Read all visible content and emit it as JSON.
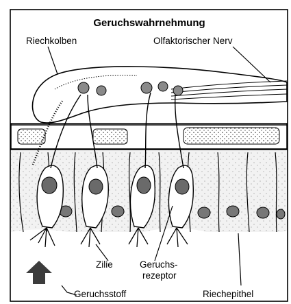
{
  "title": "Geruchswahrnehmung",
  "labels": {
    "bulb": "Riechkolben",
    "nerve": "Olfaktorischer Nerv",
    "cilia": "Zilie",
    "receptor_line1": "Geruchs-",
    "receptor_line2": "rezeptor",
    "odorant": "Geruchsstoff",
    "epithelium": "Riechepithel"
  },
  "colors": {
    "ink": "#000000",
    "paper": "#ffffff",
    "tissue": "#f0f0f0",
    "nucleus": "#6a6a6a",
    "arrow": "#3c3c3c"
  },
  "icons": {
    "odorant_arrow": "up-arrow-icon"
  }
}
